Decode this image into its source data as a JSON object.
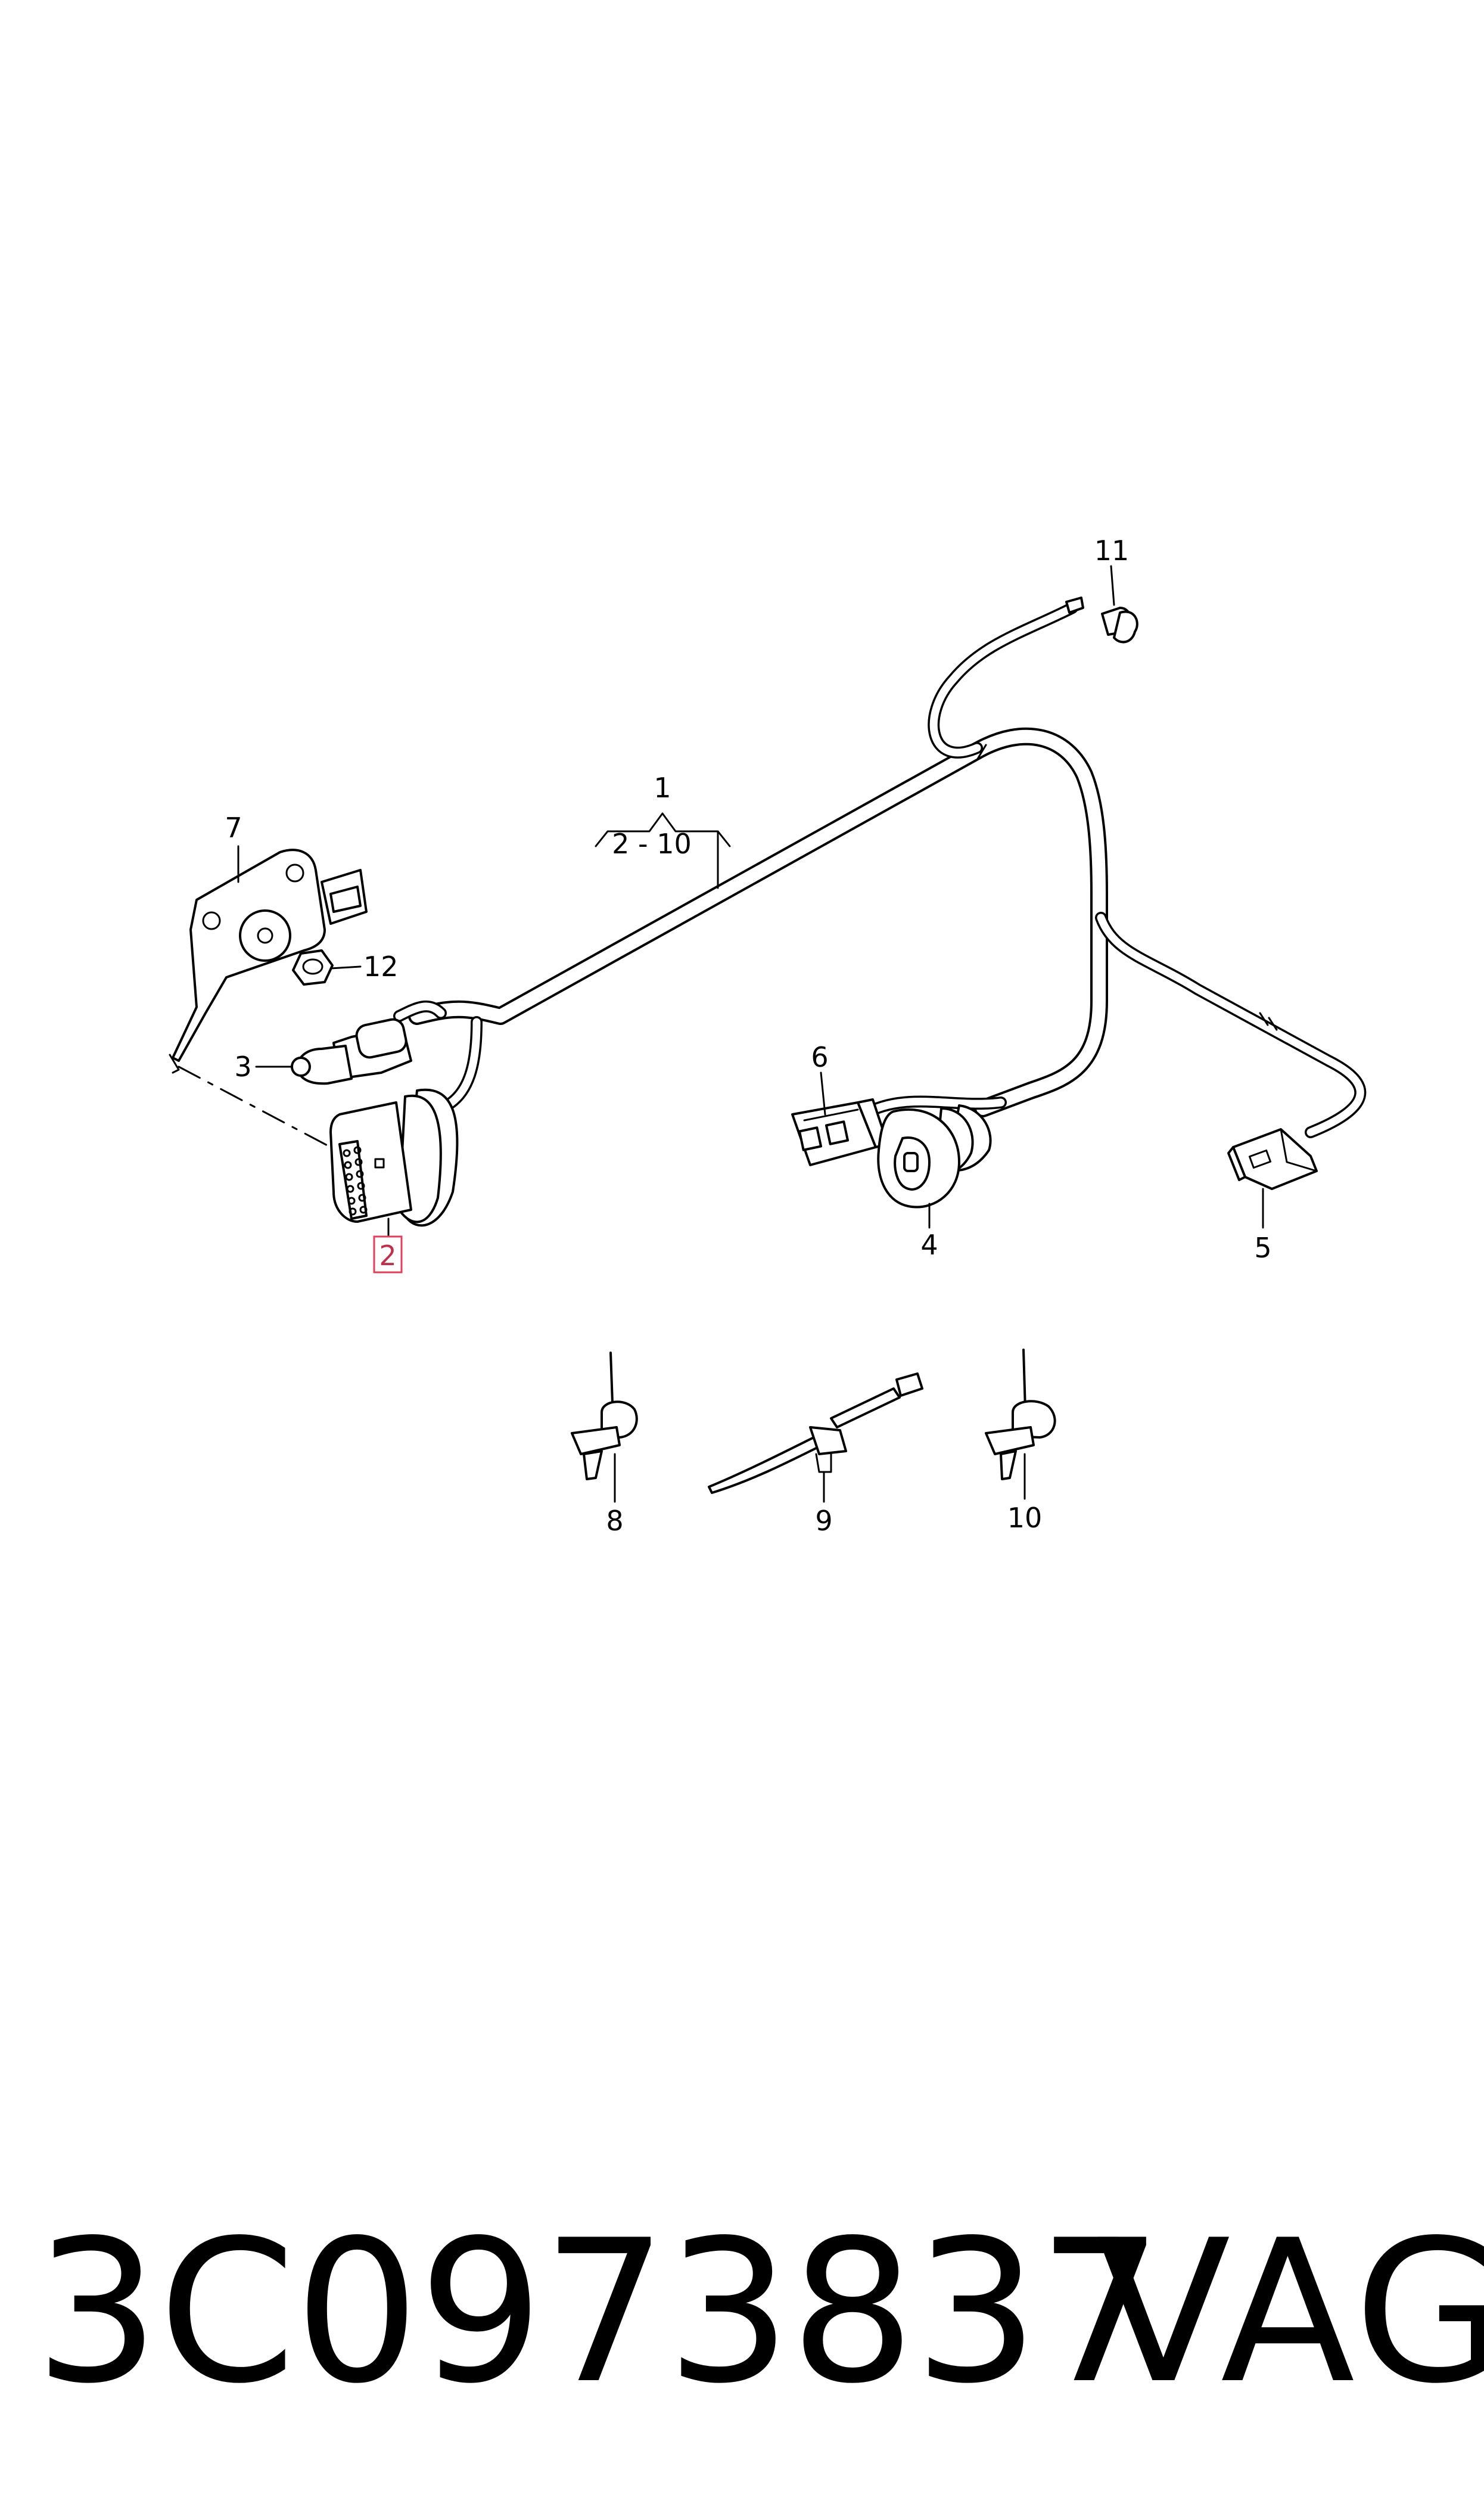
{
  "callouts": {
    "c1": "1",
    "c1_range": "2 - 10",
    "c2": "2",
    "c3": "3",
    "c4": "4",
    "c5": "5",
    "c6": "6",
    "c7": "7",
    "c8": "8",
    "c9": "9",
    "c10": "10",
    "c11": "11",
    "c12": "12"
  },
  "highlighted_callout": "2",
  "highlight_color": "#e0405a",
  "footer": {
    "part_number": "3C0973837",
    "brand": "VAG"
  }
}
